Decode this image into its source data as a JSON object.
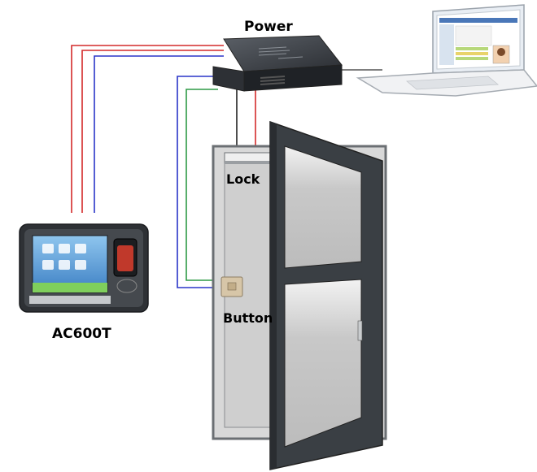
{
  "labels": {
    "power": "Power",
    "lock": "Lock",
    "button": "Button",
    "device": "AC600T"
  },
  "colors": {
    "wire_red": "#d42a2a",
    "wire_blue": "#2a35c8",
    "wire_green": "#2e9a46",
    "wire_black": "#222222",
    "door_frame": "#3a3f44",
    "power_box": "#3b3f44"
  }
}
